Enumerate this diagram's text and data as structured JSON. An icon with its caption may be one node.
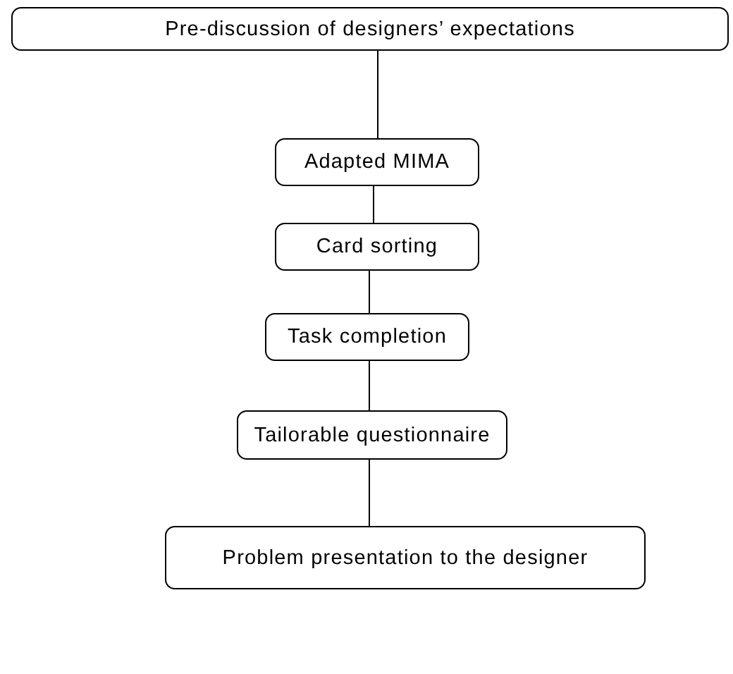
{
  "diagram": {
    "nodes": [
      {
        "text": [
          "Pre-discussion of designers’ expectations"
        ]
      },
      {
        "text": [
          "Adapted MIMA"
        ]
      },
      {
        "text": [
          "Card sorting"
        ]
      },
      {
        "text": [
          "Task completion"
        ]
      },
      {
        "text": [
          "Tailorable questionnaire"
        ]
      },
      {
        "text": [
          "Problem presentation to the designer"
        ]
      }
    ],
    "edges": [
      {
        "from": 0,
        "to": 1,
        "arrow": "none"
      },
      {
        "from": 1,
        "to": 2,
        "arrow": "none"
      },
      {
        "from": 2,
        "to": 3,
        "arrow": "none"
      },
      {
        "from": 3,
        "to": 4,
        "arrow": "none"
      },
      {
        "from": 4,
        "to": 5,
        "arrow": "none"
      }
    ]
  }
}
